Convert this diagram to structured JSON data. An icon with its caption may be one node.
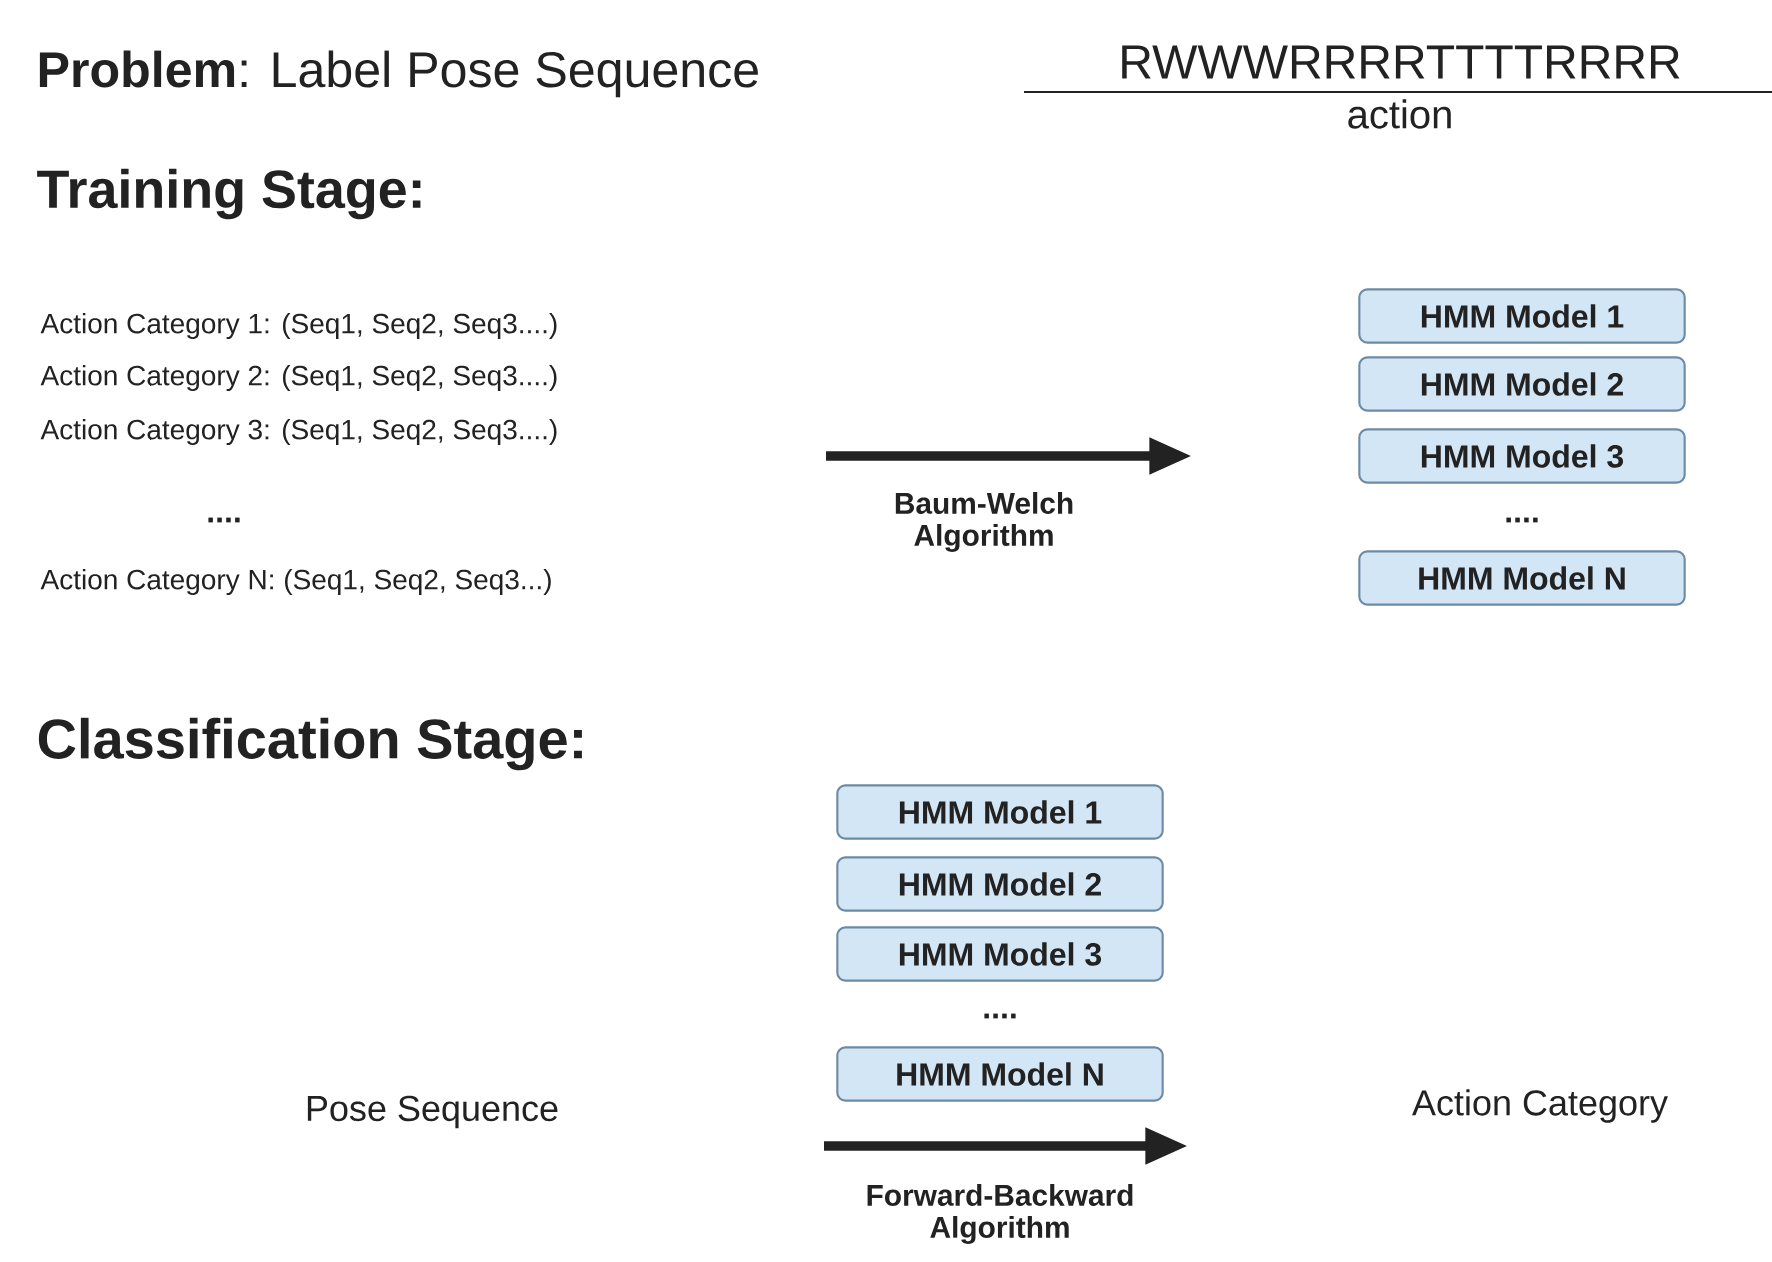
{
  "diagram": {
    "title": "**Problem**: Label Pose Sequence",
    "nodes": [
      {
        "text": [
          "HMM Model 1"
        ]
      },
      {
        "text": [
          "HMM Model 2"
        ]
      },
      {
        "text": [
          "HMM Model 3"
        ]
      },
      {
        "text": [
          "HMM Model N"
        ]
      },
      {
        "text": [
          "HMM Model 1"
        ]
      },
      {
        "text": [
          "HMM Model 2"
        ]
      },
      {
        "text": [
          "HMM Model 3"
        ]
      },
      {
        "text": [
          "HMM Model N"
        ]
      }
    ],
    "labels": [
      "RWWWRRRRTTTTRRRR",
      "action",
      "Training Stage:",
      "Action Category 1: (Seq1, Seq2, Seq3....)",
      "Action Category 2: (Seq1, Seq2, Seq3....)",
      "Action Category 3: (Seq1, Seq2, Seq3....)",
      "....",
      "Action Category N: (Seq1, Seq2, Seq3...)",
      "Baum-Welch Algorithm",
      "....",
      "Classification Stage:",
      "....",
      "Pose Sequence",
      "Action Category",
      "Forward-Backward Algorithm"
    ]
  }
}
